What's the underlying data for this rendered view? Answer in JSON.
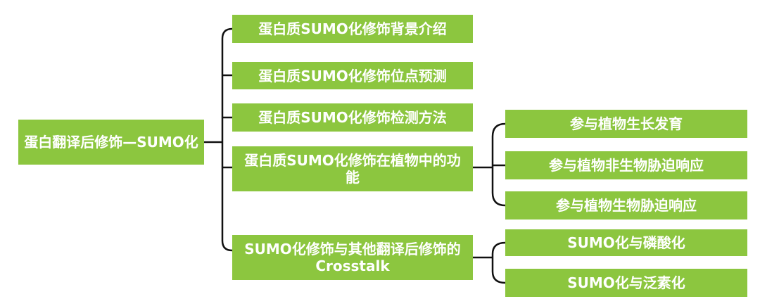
{
  "root": {
    "label": "蛋白翻译后修饰—SUMO化"
  },
  "branches": [
    {
      "label": "蛋白质SUMO化修饰背景介绍"
    },
    {
      "label": "蛋白质SUMO化修饰位点预测"
    },
    {
      "label": "蛋白质SUMO化修饰检测方法"
    },
    {
      "label": "蛋白质SUMO化修饰在植物中的功能",
      "children": [
        {
          "label": "参与植物生长发育"
        },
        {
          "label": "参与植物非生物胁迫响应"
        },
        {
          "label": "参与植物生物胁迫响应"
        }
      ]
    },
    {
      "label": "SUMO化修饰与其他翻译后修饰的Crosstalk",
      "children": [
        {
          "label": "SUMO化与磷酸化"
        },
        {
          "label": "SUMO化与泛素化"
        }
      ]
    }
  ],
  "colors": {
    "node_fill": "#8cc63f",
    "node_text": "#ffffff",
    "connector": "#111111"
  }
}
